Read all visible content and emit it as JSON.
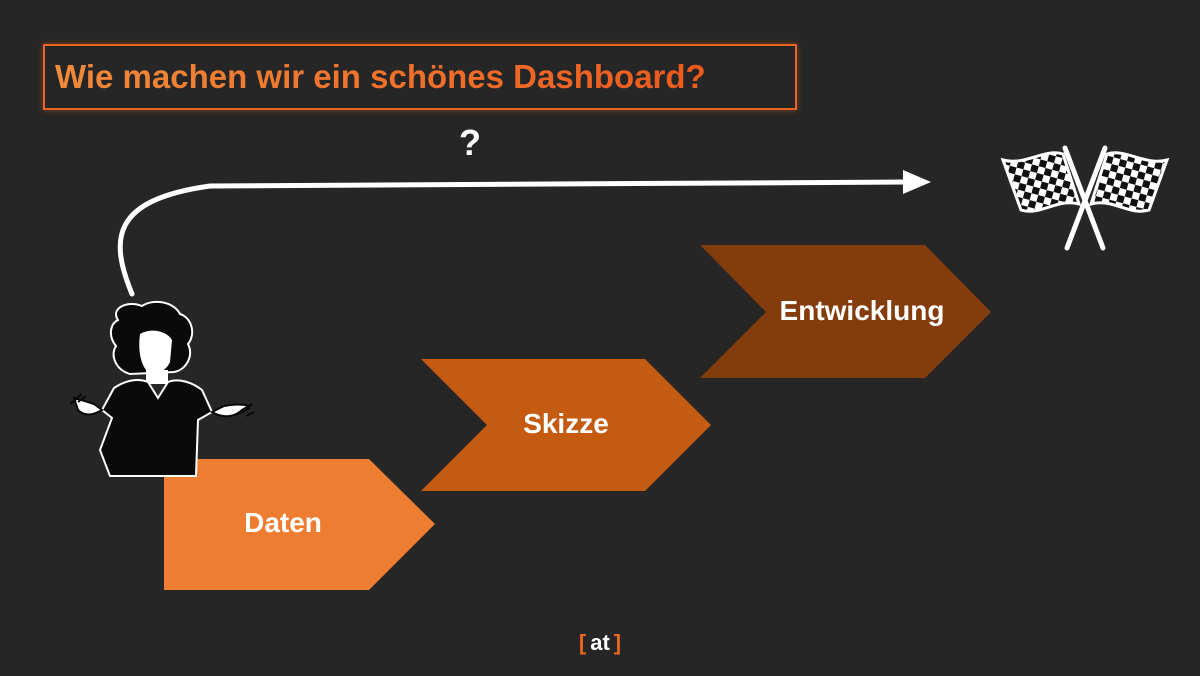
{
  "title": "Wie machen wir ein schönes Dashboard?",
  "question": "?",
  "steps": [
    {
      "label": "Daten",
      "color": "#ed7d31"
    },
    {
      "label": "Skizze",
      "color": "#c55a11"
    },
    {
      "label": "Entwicklung",
      "color": "#843c0c"
    }
  ],
  "logo": {
    "open": "[",
    "text": "at",
    "close": "]"
  },
  "icons": {
    "person": "shrugging-person-icon",
    "flags": "checkered-flags-icon",
    "arrow": "curved-arrow-icon"
  },
  "colors": {
    "background": "#262626",
    "accent": "#e8661f",
    "text": "#ffffff"
  }
}
